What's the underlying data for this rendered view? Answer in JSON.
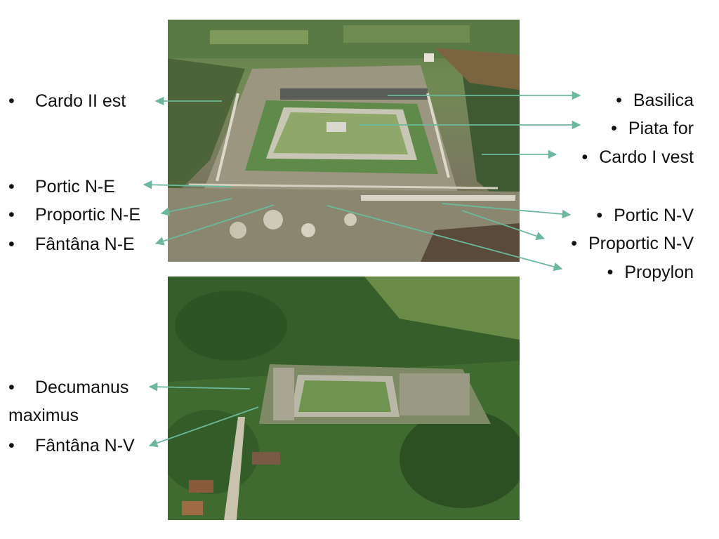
{
  "colors": {
    "leader": "#6cb89a",
    "text": "#111111"
  },
  "bullet": "•",
  "labels_left": [
    {
      "id": "cardo-ii-est",
      "text": "Cardo II est"
    },
    {
      "id": "portic-n-e",
      "text": "Portic N-E"
    },
    {
      "id": "proportic-n-e",
      "text": "Proportic N-E"
    },
    {
      "id": "fantana-n-e",
      "text": "Fântâna N-E"
    },
    {
      "id": "decumanus",
      "line1": "Decumanus",
      "line2": "maximus"
    },
    {
      "id": "fantana-n-v",
      "text": "Fântâna N-V"
    }
  ],
  "labels_right": [
    {
      "id": "basilica",
      "text": "Basilica"
    },
    {
      "id": "piata-for",
      "text": "Piata for"
    },
    {
      "id": "cardo-i-vest",
      "text": "Cardo I vest"
    },
    {
      "id": "portic-n-v",
      "text": "Portic N-V"
    },
    {
      "id": "proportic-n-v",
      "text": "Proportic N-V"
    },
    {
      "id": "propylon",
      "text": "Propylon"
    }
  ]
}
